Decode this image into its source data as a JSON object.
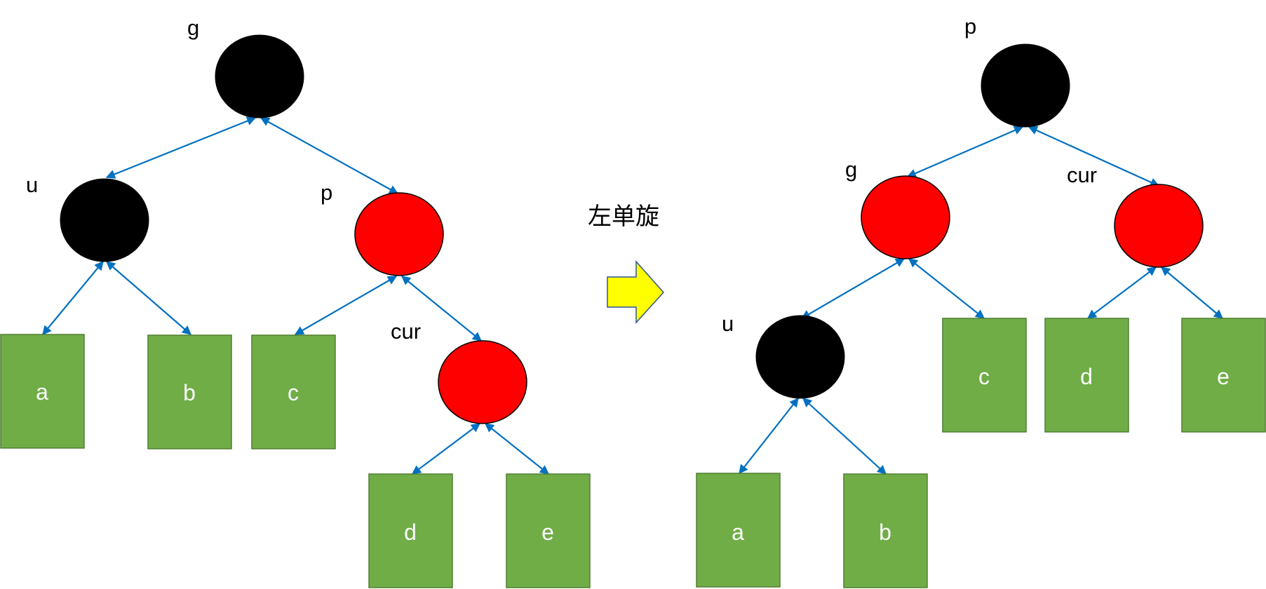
{
  "colors": {
    "black_node": "#000000",
    "red_node": "#ff0000",
    "leaf": "#70ad47",
    "leaf_border": "#507e32",
    "edge": "#0070c0",
    "arrow_fill": "#ffff00",
    "arrow_border": "#2f5597"
  },
  "operation": {
    "label": "左单旋",
    "arrow_icon": "right-block-arrow"
  },
  "before": {
    "nodes": [
      {
        "id": "g",
        "label": "g",
        "color": "black"
      },
      {
        "id": "u",
        "label": "u",
        "color": "black"
      },
      {
        "id": "p",
        "label": "p",
        "color": "red"
      },
      {
        "id": "cur",
        "label": "cur",
        "color": "red"
      }
    ],
    "leaves": [
      {
        "id": "a",
        "label": "a"
      },
      {
        "id": "b",
        "label": "b"
      },
      {
        "id": "c",
        "label": "c"
      },
      {
        "id": "d",
        "label": "d"
      },
      {
        "id": "e",
        "label": "e"
      }
    ],
    "edges": [
      [
        "g",
        "u"
      ],
      [
        "g",
        "p"
      ],
      [
        "u",
        "a"
      ],
      [
        "u",
        "b"
      ],
      [
        "p",
        "c"
      ],
      [
        "p",
        "cur"
      ],
      [
        "cur",
        "d"
      ],
      [
        "cur",
        "e"
      ]
    ]
  },
  "after": {
    "nodes": [
      {
        "id": "p",
        "label": "p",
        "color": "black"
      },
      {
        "id": "g",
        "label": "g",
        "color": "red"
      },
      {
        "id": "cur",
        "label": "cur",
        "color": "red"
      },
      {
        "id": "u",
        "label": "u",
        "color": "black"
      }
    ],
    "leaves": [
      {
        "id": "a",
        "label": "a"
      },
      {
        "id": "b",
        "label": "b"
      },
      {
        "id": "c",
        "label": "c"
      },
      {
        "id": "d",
        "label": "d"
      },
      {
        "id": "e",
        "label": "e"
      }
    ],
    "edges": [
      [
        "p",
        "g"
      ],
      [
        "p",
        "cur"
      ],
      [
        "g",
        "u"
      ],
      [
        "g",
        "c"
      ],
      [
        "u",
        "a"
      ],
      [
        "u",
        "b"
      ],
      [
        "cur",
        "d"
      ],
      [
        "cur",
        "e"
      ]
    ]
  }
}
